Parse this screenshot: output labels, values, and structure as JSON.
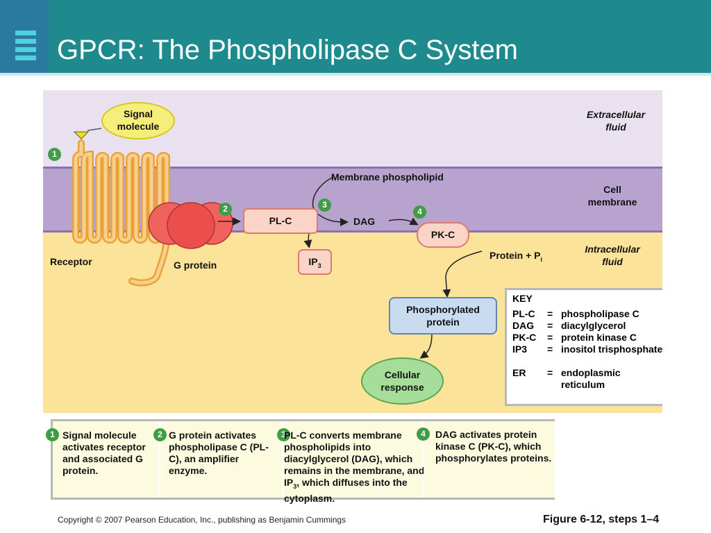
{
  "title": "GPCR: The Phospholipase C System",
  "diagram": {
    "signal_molecule": "Signal molecule",
    "extracellular_fluid": "Extracellular fluid",
    "cell_membrane": "Cell membrane",
    "intracellular_fluid": "Intracellular fluid",
    "membrane_phospholipid": "Membrane phospholipid",
    "receptor": "Receptor",
    "g_protein": "G protein",
    "plc": "PL-C",
    "dag": "DAG",
    "pkc": "PK-C",
    "ip": "IP",
    "ip_sub": "3",
    "protein_pi": "Protein + P",
    "protein_pi_sub": "i",
    "phosphorylated_protein": "Phosphorylated protein",
    "cellular_response": "Cellular response",
    "step_numbers": [
      "1",
      "2",
      "3",
      "4"
    ]
  },
  "key": {
    "title": "KEY",
    "entries": [
      {
        "abbr": "PL-C",
        "eq": "=",
        "def": "phospholipase C"
      },
      {
        "abbr": "DAG",
        "eq": "=",
        "def": "diacylglycerol"
      },
      {
        "abbr": "PK-C",
        "eq": "=",
        "def": "protein kinase C"
      },
      {
        "abbr": "IP3",
        "eq": "=",
        "def": "inositol trisphosphate"
      },
      {
        "abbr": "ER",
        "eq": "=",
        "def": "endoplasmic reticulum"
      }
    ]
  },
  "steps": [
    {
      "num": "1",
      "text": "Signal molecule activates receptor and associated G protein."
    },
    {
      "num": "2",
      "text": "G protein activates phospholipase C (PL-C), an amplifier enzyme."
    },
    {
      "num": "3",
      "text_a": "PL-C converts membrane phospholipids into diacylglycerol (DAG), which remains in the membrane, and IP",
      "text_sub": "3",
      "text_b": ", which diffuses into the cytoplasm."
    },
    {
      "num": "4",
      "text": "DAG activates protein kinase C (PK-C), which phosphorylates proteins."
    }
  ],
  "footer": {
    "copyright": "Copyright © 2007 Pearson Education, Inc., publishing as Benjamin Cummings",
    "figure": "Figure 6-12, steps 1–4"
  },
  "colors": {
    "header": "#1f8a8e",
    "membrane": "#b8a3cf",
    "intracellular": "#fbe49a",
    "step_badge": "#3f9e45"
  }
}
